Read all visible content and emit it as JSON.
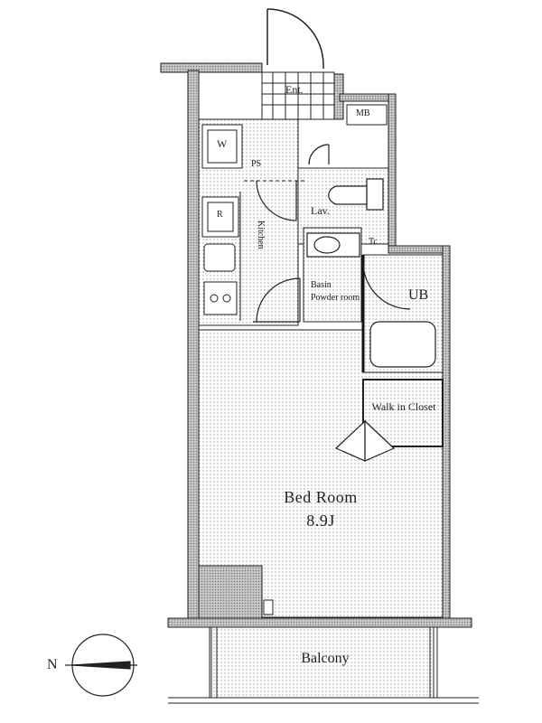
{
  "rooms": {
    "entrance": "Ent.",
    "meter_box": "MB",
    "washer": "W",
    "pipe_space": "PS",
    "refrigerator": "R",
    "kitchen": "Kitchen",
    "lavatory": "Lav.",
    "toilet_wall": "Tc",
    "washstand": "Basin",
    "powder_room": "Powder room",
    "unit_bath": "UB",
    "closet": "Walk in Closet",
    "bedroom_name": "Bed Room",
    "bedroom_size": "8.9J",
    "balcony": "Balcony"
  },
  "compass": {
    "north_label": "N"
  },
  "colors": {
    "line": "#222222",
    "wall_fill": "#bdbdbd",
    "floor_fill": "#f4f4f4",
    "background": "#ffffff"
  }
}
